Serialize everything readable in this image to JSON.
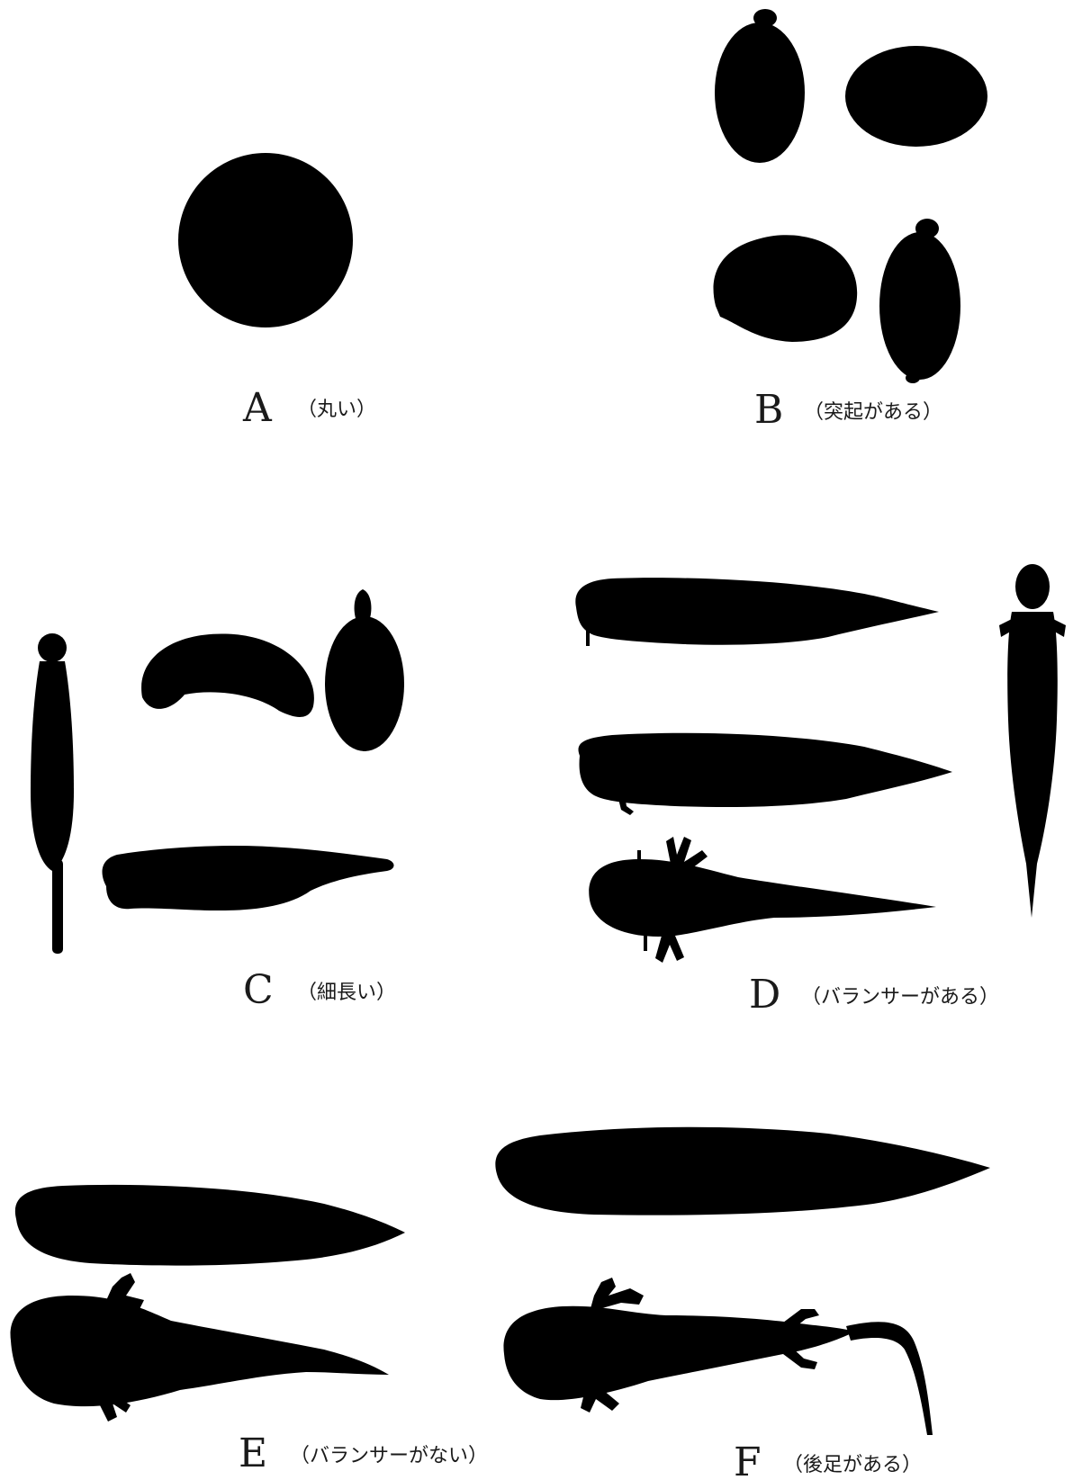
{
  "figure": {
    "background": "#ffffff",
    "silhouette_color": "#000000",
    "stages": [
      {
        "id": "A",
        "letter": "A",
        "note": "（丸い）"
      },
      {
        "id": "B",
        "letter": "B",
        "note": "（突起がある）"
      },
      {
        "id": "C",
        "letter": "C",
        "note": "（細長い）"
      },
      {
        "id": "D",
        "letter": "D",
        "note": "（バランサーがある）"
      },
      {
        "id": "E",
        "letter": "E",
        "note": "（バランサーがない）"
      },
      {
        "id": "F",
        "letter": "F",
        "note": "（後足がある）"
      }
    ]
  }
}
